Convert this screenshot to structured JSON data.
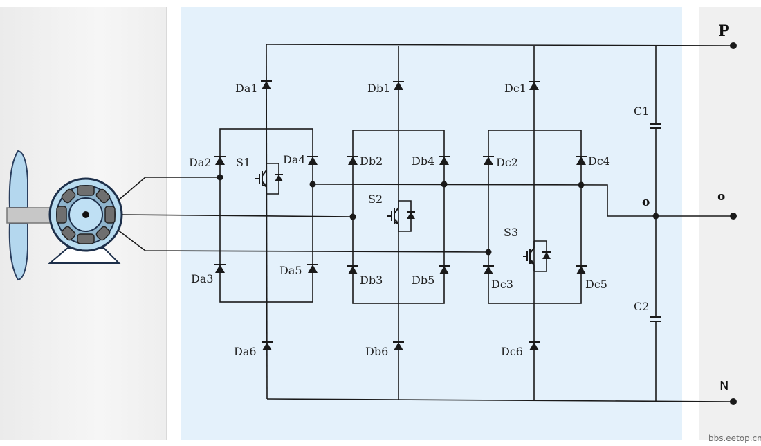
{
  "terminals": {
    "p": "P",
    "o_inner": "o",
    "o_outer": "o",
    "n": "N"
  },
  "capacitors": {
    "c1": "C1",
    "c2": "C2"
  },
  "switches": {
    "s1": "S1",
    "s2": "S2",
    "s3": "S3"
  },
  "diodes": {
    "a1": "Da1",
    "a2": "Da2",
    "a3": "Da3",
    "a4": "Da4",
    "a5": "Da5",
    "a6": "Da6",
    "b1": "Db1",
    "b2": "Db2",
    "b3": "Db3",
    "b4": "Db4",
    "b5": "Db5",
    "b6": "Db6",
    "c1": "Dc1",
    "c2": "Dc2",
    "c3": "Dc3",
    "c4": "Dc4",
    "c5": "Dc5",
    "c6": "Dc6"
  },
  "watermark": "bbs.eetop.cn",
  "colors": {
    "wire": "#1a1a1a",
    "panel_center": "#e4f1fb",
    "motor_body": "#b9dcf0",
    "motor_outline": "#1d2f4a"
  },
  "icons": {
    "generator": "wind-turbine-generator-icon"
  }
}
